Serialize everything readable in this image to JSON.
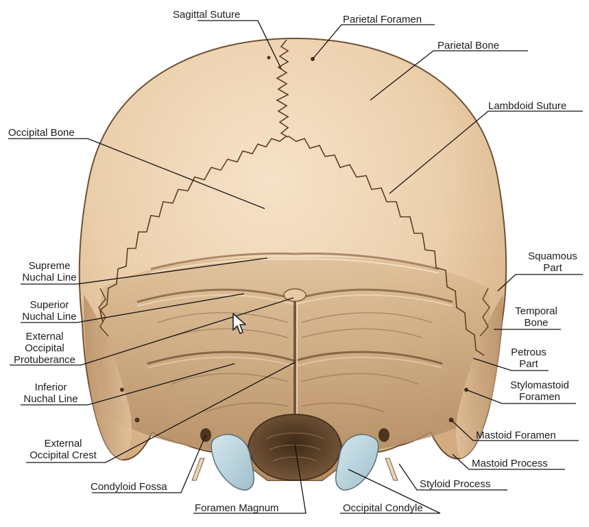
{
  "colors": {
    "bone_light": "#f3dcc0",
    "bone_mid": "#e6c39c",
    "bone_shadow": "#a8815a",
    "bone_dark": "#6e4f33",
    "suture": "#5a3d24",
    "condyle": "#b8d3dc",
    "leader": "#111111"
  },
  "labels": {
    "sagittal_suture": "Sagittal Suture",
    "parietal_foramen": "Parietal Foramen",
    "parietal_bone": "Parietal Bone",
    "lambdoid_suture": "Lambdoid Suture",
    "occipital_bone": "Occipital Bone",
    "supreme_nuchal_line": [
      "Supreme",
      "Nuchal Line"
    ],
    "superior_nuchal_line": [
      "Superior",
      "Nuchal Line"
    ],
    "external_occipital_protuberance": [
      "External",
      "Occipital",
      "Protuberance"
    ],
    "inferior_nuchal_line": [
      "Inferior",
      "Nuchal Line"
    ],
    "external_occipital_crest": [
      "External",
      "Occipital Crest"
    ],
    "condyloid_fossa": "Condyloid Fossa",
    "foramen_magnum": "Foramen Magnum",
    "occipital_condyle": "Occipital Condyle",
    "styloid_process": "Styloid Process",
    "mastoid_process": "Mastoid Process",
    "mastoid_foramen": "Mastoid Foramen",
    "stylomastoid_foramen": [
      "Stylomastoid",
      "Foramen"
    ],
    "petrous_part": [
      "Petrous",
      "Part"
    ],
    "temporal_bone": [
      "Temporal",
      "Bone"
    ],
    "squamous_part": [
      "Squamous",
      "Part"
    ]
  },
  "icons": {
    "cursor": "mouse-pointer-icon"
  }
}
